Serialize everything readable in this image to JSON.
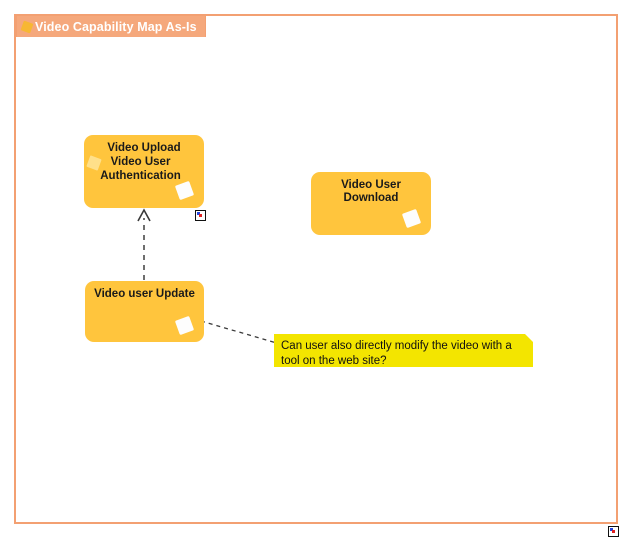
{
  "view": {
    "title": "Video Capability Map As-Is",
    "tab_icon": "diamond-icon",
    "frame_color": "#f3a072",
    "tab_color": "#f5a87c"
  },
  "palette": {
    "capability_fill": "#ffc53d",
    "note_fill": "#f3e500",
    "marker_fill": "#fdfdfd",
    "text": "#1a1a1a"
  },
  "elements": {
    "video_upload": {
      "label": "Video Upload",
      "marker": "capability-marker"
    },
    "video_user_authentication": {
      "label": "Video User\nAuthentication",
      "icon": "diamond-icon"
    },
    "video_user_download": {
      "label": "Video User Download",
      "marker": "capability-marker"
    },
    "video_user_update": {
      "label": "Video user Update",
      "marker": "capability-marker"
    }
  },
  "note": {
    "text": "Can user also directly modify the video with a tool on the web site?"
  },
  "connectors": [
    {
      "name": "update-to-upload",
      "style": "dashed",
      "arrow": "open-arrow",
      "from": "video_user_update",
      "to": "video_upload"
    },
    {
      "name": "update-to-note",
      "style": "dashed",
      "arrow": "none",
      "from": "video_user_update",
      "to": "note"
    }
  ],
  "markers": [
    {
      "name": "element-marker-upload"
    },
    {
      "name": "element-marker-view"
    }
  ]
}
